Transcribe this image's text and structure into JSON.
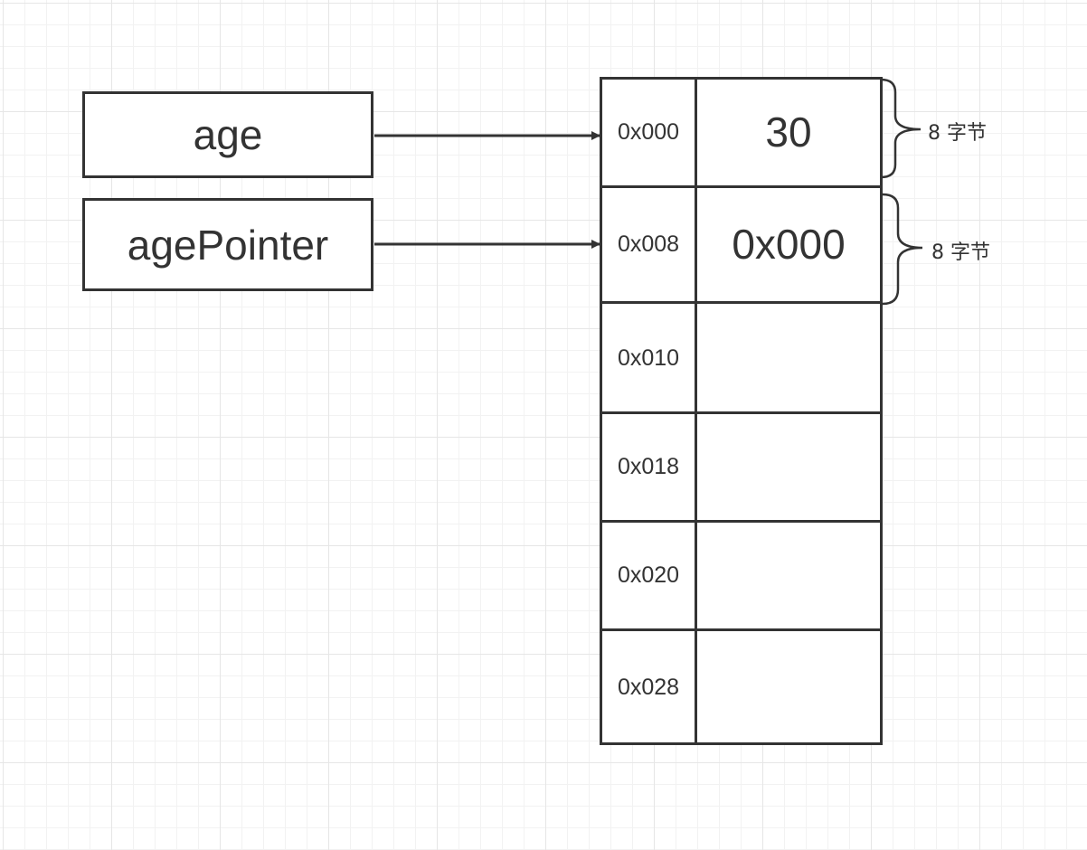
{
  "variables": [
    {
      "name": "age"
    },
    {
      "name": "agePointer"
    }
  ],
  "memory": {
    "rows": [
      {
        "address": "0x000",
        "value": "30"
      },
      {
        "address": "0x008",
        "value": "0x000"
      },
      {
        "address": "0x010",
        "value": ""
      },
      {
        "address": "0x018",
        "value": ""
      },
      {
        "address": "0x020",
        "value": ""
      },
      {
        "address": "0x028",
        "value": ""
      }
    ]
  },
  "braces": [
    {
      "label": "8 字节"
    },
    {
      "label": "8 字节"
    }
  ],
  "colors": {
    "stroke": "#333333",
    "grid": "#e6e6e6",
    "background": "#ffffff"
  }
}
